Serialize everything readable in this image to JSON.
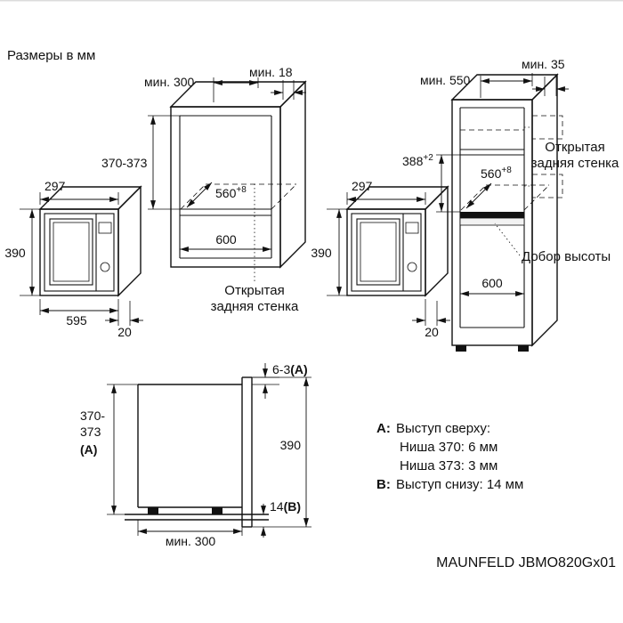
{
  "page": {
    "units_note": "Размеры в мм",
    "model": "MAUNFELD JBMO820Gx01"
  },
  "oven_left": {
    "depth": "297",
    "height": "390",
    "width": "595",
    "door_gap": "20"
  },
  "oven_right": {
    "depth": "297",
    "height": "390",
    "door_gap": "20"
  },
  "niche": {
    "min_depth": "мин. 300",
    "min_side": "мин. 18",
    "height": "370-373",
    "inner_depth": "560",
    "inner_depth_sup": "+8",
    "inner_width": "600",
    "back_note_line1": "Открытая",
    "back_note_line2": "задняя стенка"
  },
  "column": {
    "min_depth": "мин. 550",
    "min_gap": "мин. 35",
    "niche_height": "388",
    "niche_height_sup": "+2",
    "inner_depth": "560",
    "inner_depth_sup": "+8",
    "inner_width": "600",
    "back_note_line1": "Открытая",
    "back_note_line2": "задняя стенка",
    "filler_note": "Добор высоты"
  },
  "section": {
    "niche_height_line1": "370-",
    "niche_height_line2": "373",
    "niche_height_ref": "(A)",
    "top_gap": "6-3",
    "top_gap_ref": "(A)",
    "front_height": "390",
    "min_depth": "мин. 300",
    "bottom_gap": "14",
    "bottom_gap_ref": "(B)"
  },
  "legend": {
    "a_label": "А:",
    "a_text": "Выступ сверху:",
    "a_item1": "Ниша 370: 6 мм",
    "a_item2": "Ниша 373: 3 мм",
    "b_label": "В:",
    "b_text": "Выступ снизу: 14 мм"
  }
}
